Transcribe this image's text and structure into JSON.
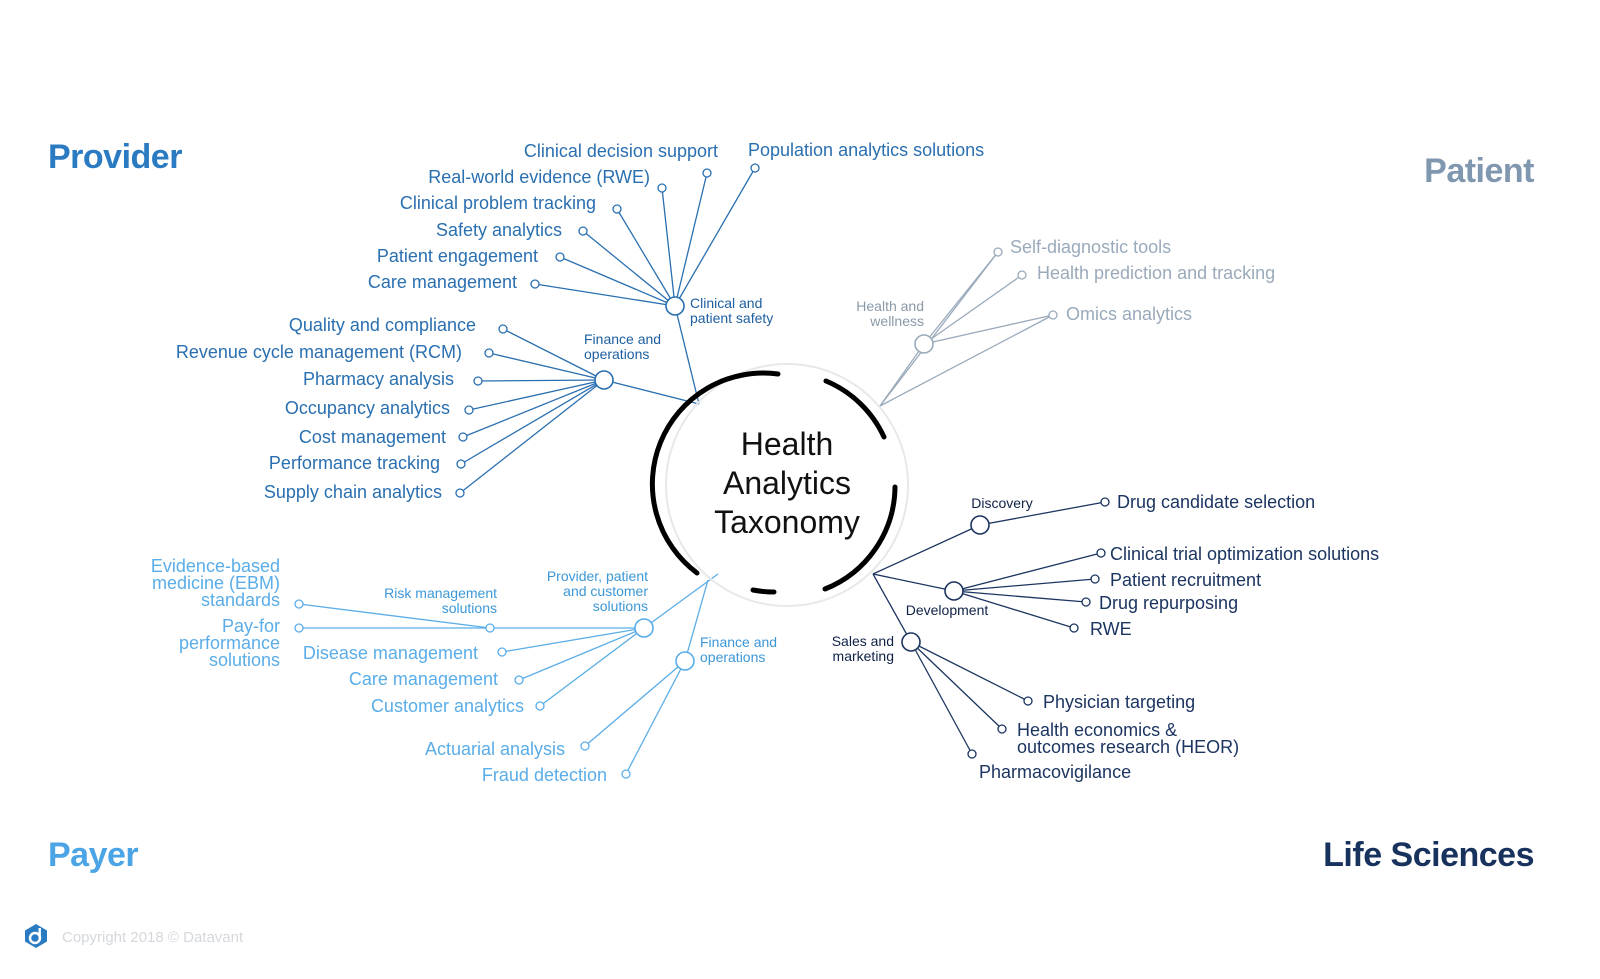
{
  "center": {
    "lines": [
      "Health",
      "Analytics",
      "Taxonomy"
    ]
  },
  "quadrants": {
    "provider": "Provider",
    "patient": "Patient",
    "payer": "Payer",
    "life_sciences": "Life Sciences"
  },
  "colors": {
    "provider": "#2a6fb0",
    "patient": "#9aaabb",
    "payer": "#5aade8",
    "life_sciences": "#1c3560",
    "provider_title": "#2b7bc2",
    "patient_title": "#8097b0",
    "payer_title": "#4aa4e6",
    "life_title": "#18325e"
  },
  "provider": {
    "clinical_hub": [
      "Clinical and",
      "patient safety"
    ],
    "clinical_items": [
      "Clinical decision support",
      "Population analytics solutions",
      "Real-world evidence (RWE)",
      "Clinical problem tracking",
      "Safety analytics",
      "Patient engagement",
      "Care management"
    ],
    "finance_hub": [
      "Finance and",
      "operations"
    ],
    "finance_items": [
      "Quality and compliance",
      "Revenue cycle management (RCM)",
      "Pharmacy analysis",
      "Occupancy analytics",
      "Cost management",
      "Performance tracking",
      "Supply chain analytics"
    ]
  },
  "patient": {
    "hub": [
      "Health and",
      "wellness"
    ],
    "items": [
      "Self-diagnostic tools",
      "Health prediction and tracking",
      "Omics analytics"
    ]
  },
  "payer": {
    "hub1": [
      "Provider, patient",
      "and customer",
      "solutions"
    ],
    "risk_hub": [
      "Risk management",
      "solutions"
    ],
    "risk_items": [
      [
        "Evidence-based",
        "medicine (EBM)",
        "standards"
      ],
      [
        "Pay-for",
        "performance",
        "solutions"
      ]
    ],
    "hub1_items": [
      "Disease management",
      "Care management",
      "Customer analytics"
    ],
    "hub2": [
      "Finance and",
      "operations"
    ],
    "hub2_items": [
      "Actuarial analysis",
      "Fraud detection"
    ]
  },
  "life_sciences": {
    "discovery": "Discovery",
    "discovery_items": [
      "Drug candidate selection"
    ],
    "development": "Development",
    "development_items": [
      "Clinical trial optimization solutions",
      "Patient recruitment",
      "Drug repurposing",
      "RWE"
    ],
    "sales": [
      "Sales and",
      "marketing"
    ],
    "sales_items": [
      [
        "Physician targeting"
      ],
      [
        "Health economics &",
        "outcomes research (HEOR)"
      ],
      [
        "Pharmacovigilance"
      ]
    ]
  },
  "footer": {
    "copyright": "Copyright 2018 © Datavant"
  }
}
